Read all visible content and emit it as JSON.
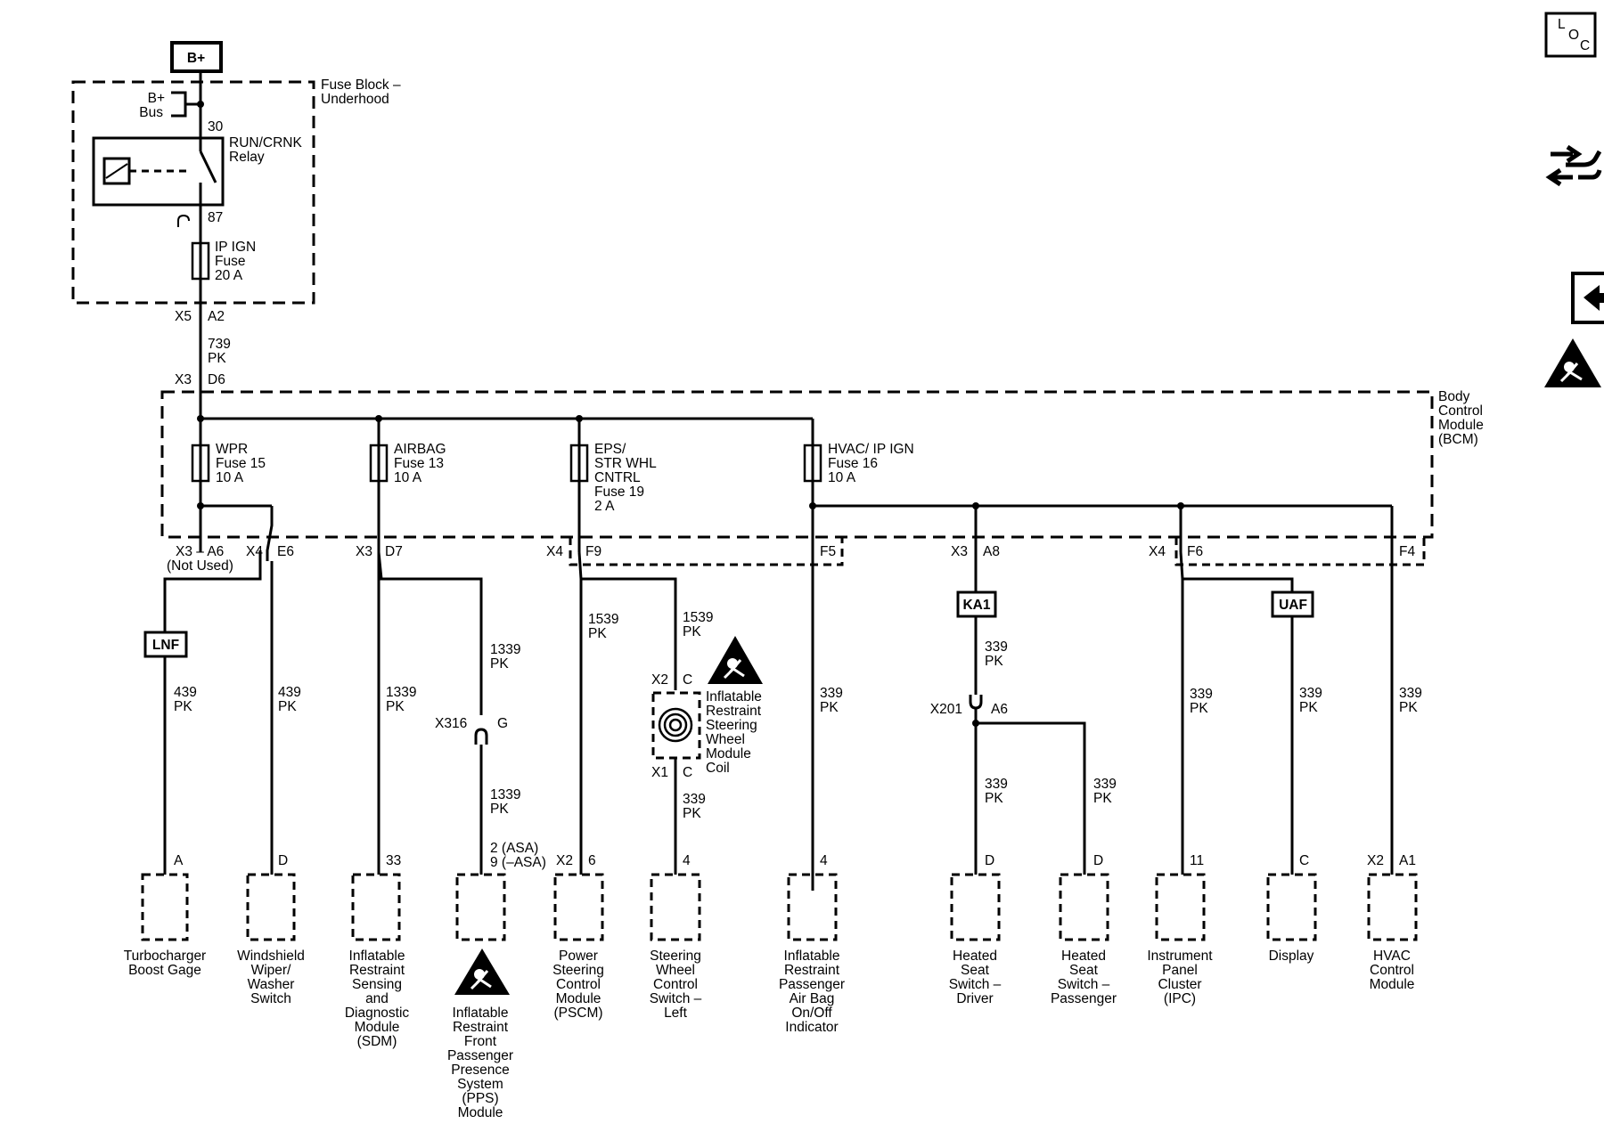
{
  "supply": {
    "label": "B+",
    "bus_label": [
      "B+",
      "Bus"
    ],
    "terminal_30": "30",
    "terminal_87": "87"
  },
  "fuse_block": {
    "label": [
      "Fuse Block –",
      "Underhood"
    ],
    "relay_label": [
      "RUN/CRNK",
      "Relay"
    ],
    "fuse_label": [
      "IP IGN",
      "Fuse",
      "20 A"
    ]
  },
  "feed": {
    "conn_top": [
      "X5",
      "A2"
    ],
    "wire": [
      "739",
      "PK"
    ],
    "conn_bottom": [
      "X3",
      "D6"
    ]
  },
  "bcm": {
    "label": [
      "Body",
      "Control",
      "Module",
      "(BCM)"
    ],
    "fuses": [
      {
        "label": [
          "WPR",
          "Fuse 15",
          "10 A"
        ]
      },
      {
        "label": [
          "AIRBAG",
          "Fuse 13",
          "10 A"
        ]
      },
      {
        "label": [
          "EPS/",
          "STR WHL",
          "CNTRL",
          "Fuse 19",
          "2 A"
        ]
      },
      {
        "label": [
          "HVAC/ IP IGN",
          "Fuse 16",
          "10 A"
        ]
      }
    ]
  },
  "connectors": {
    "x3_a6": [
      "X3 – A6",
      "(Not Used)"
    ],
    "x4_e6": [
      "X4",
      "E6"
    ],
    "x3_d7": [
      "X3",
      "D7"
    ],
    "x4_f9": [
      "X4",
      "F9"
    ],
    "f5": "F5",
    "x3_a8": [
      "X3",
      "A8"
    ],
    "x4_f6": [
      "X4",
      "F6"
    ],
    "f4": "F4"
  },
  "options": {
    "lnf": "LNF",
    "ka1": "KA1",
    "uaf": "UAF"
  },
  "wires": {
    "w439a": [
      "439",
      "PK"
    ],
    "w439b": [
      "439",
      "PK"
    ],
    "w1339a": [
      "1339",
      "PK"
    ],
    "w1339b": [
      "1339",
      "PK"
    ],
    "w1339c": [
      "1339",
      "PK"
    ],
    "w1539a": [
      "1539",
      "PK"
    ],
    "w1539b": [
      "1539",
      "PK"
    ],
    "w339_coil": [
      "339",
      "PK"
    ],
    "w339_ind": [
      "339",
      "PK"
    ],
    "w339_ka1": [
      "339",
      "PK"
    ],
    "w339_drv": [
      "339",
      "PK"
    ],
    "w339_pass": [
      "339",
      "PK"
    ],
    "w339_ipc": [
      "339",
      "PK"
    ],
    "w339_disp": [
      "339",
      "PK"
    ],
    "w339_hvac": [
      "339",
      "PK"
    ]
  },
  "inline": {
    "x316": "X316",
    "x316_pin": "G",
    "coil_top": [
      "X2",
      "C"
    ],
    "coil_bottom": [
      "X1",
      "C"
    ],
    "coil_label": [
      "Inflatable",
      "Restraint",
      "Steering",
      "Wheel",
      "Module",
      "Coil"
    ],
    "x201": "X201",
    "x201_pin": "A6"
  },
  "pins": {
    "turbo": "A",
    "wiper": "D",
    "sdm": "33",
    "pps": [
      "2 (ASA)",
      "9 (–ASA)"
    ],
    "pscm_conn": "X2",
    "pscm": "6",
    "swc": "4",
    "airbag_ind": "4",
    "seat_drv": "D",
    "seat_pass": "D",
    "ipc": "11",
    "display": "C",
    "hvac_conn": "X2",
    "hvac": "A1"
  },
  "components": [
    {
      "label": [
        "Turbocharger",
        "Boost Gage"
      ]
    },
    {
      "label": [
        "Windshield",
        "Wiper/",
        "Washer",
        "Switch"
      ]
    },
    {
      "label": [
        "Inflatable",
        "Restraint",
        "Sensing",
        "and",
        "Diagnostic",
        "Module",
        "(SDM)"
      ]
    },
    {
      "label": [
        "Inflatable",
        "Restraint",
        "Front",
        "Passenger",
        "Presence",
        "System",
        "(PPS)",
        "Module"
      ]
    },
    {
      "label": [
        "Power",
        "Steering",
        "Control",
        "Module",
        "(PSCM)"
      ]
    },
    {
      "label": [
        "Steering",
        "Wheel",
        "Control",
        "Switch –",
        "Left"
      ]
    },
    {
      "label": [
        "Inflatable",
        "Restraint",
        "Passenger",
        "Air Bag",
        "On/Off",
        "Indicator"
      ]
    },
    {
      "label": [
        "Heated",
        "Seat",
        "Switch –",
        "Driver"
      ]
    },
    {
      "label": [
        "Heated",
        "Seat",
        "Switch –",
        "Passenger"
      ]
    },
    {
      "label": [
        "Instrument",
        "Panel",
        "Cluster",
        "(IPC)"
      ]
    },
    {
      "label": [
        "Display"
      ]
    },
    {
      "label": [
        "HVAC",
        "Control",
        "Module"
      ]
    }
  ],
  "sidebar": {
    "loc_icon": "loc-icon",
    "connector_icon": "connector-icon",
    "back_icon": "back-arrow-icon",
    "airbag_icon": "airbag-warning-icon",
    "loc_letters": [
      "L",
      "O",
      "C"
    ]
  }
}
